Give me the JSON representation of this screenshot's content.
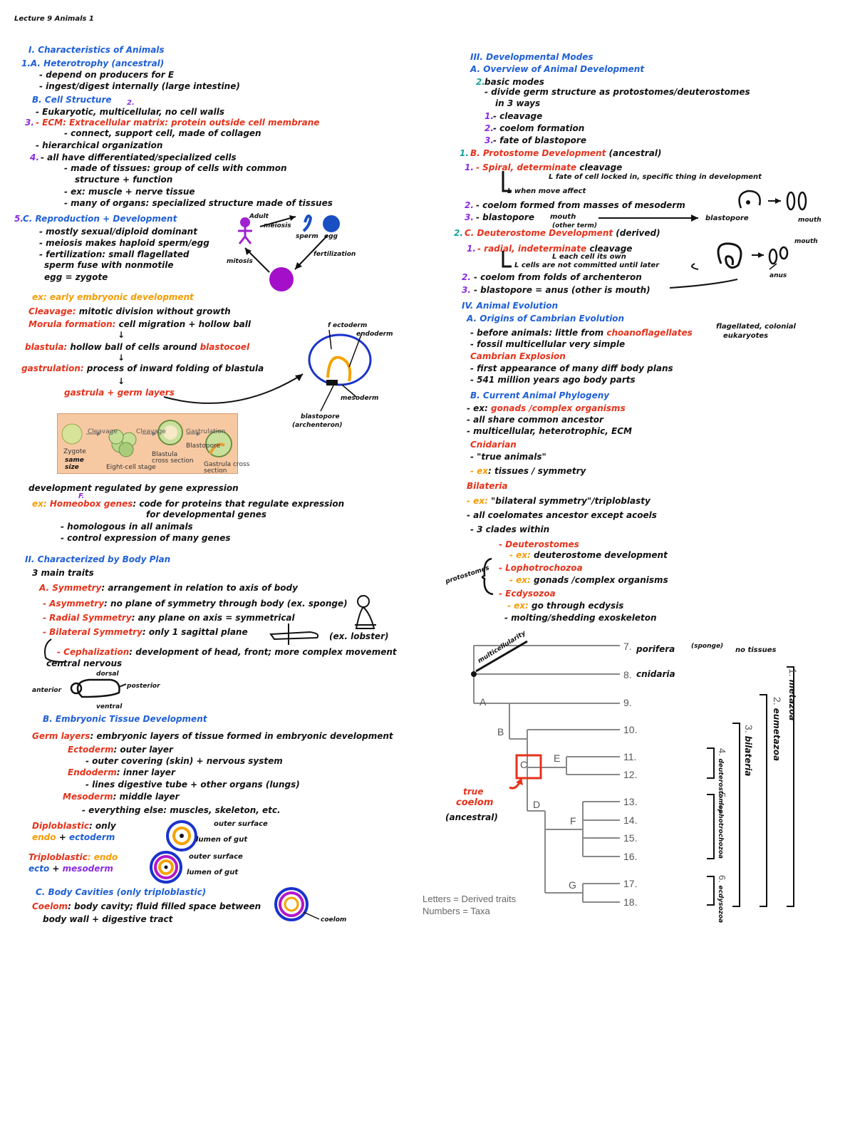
{
  "header": {
    "title": "Lecture 9 Animals 1"
  },
  "left": {
    "s1_title": "I. Characteristics of Animals",
    "s1A": "1.A. Heterotrophy (ancestral)",
    "s1A_l1": "- depend on producers for E",
    "s1A_l2": "- ingest/digest internally (large intestine)",
    "s1B": "B. Cell Structure",
    "s1B_num": "2.",
    "s1B_l1": "- Eukaryotic, multicellular, no cell walls",
    "s1B_l2num": "3.",
    "s1B_l2": "- ECM: Extracellular matrix: protein outside cell membrane",
    "s1B_l3": "- connect, support cell, made of collagen",
    "s1B_l4": "- hierarchical organization",
    "s1B_l5num": "4.",
    "s1B_l5": "- all have differentiated/specialized cells",
    "s1B_l6": "- made of tissues: group of cells with common",
    "s1B_l7": "structure + function",
    "s1B_l8": "- ex: muscle + nerve tissue",
    "s1B_l9": "- many of organs: specialized structure made of tissues",
    "s1C_num": "5.",
    "s1C": "C. Reproduction + Development",
    "s1C_l1": "- mostly sexual/diploid dominant",
    "s1C_l2": "- meiosis makes haploid sperm/egg",
    "s1C_l3": "- fertilization: small flagellated",
    "s1C_l4": "sperm fuse with nonmotile",
    "s1C_l5": "egg = zygote",
    "s1C_l6": "ex: early embryonic development",
    "cycle_adult": "Adult",
    "cycle_meiosis": "meiosis",
    "cycle_sperm": "sperm",
    "cycle_egg": "egg",
    "cycle_fert": "fertilization",
    "cycle_label": "mitosis",
    "dev1_a": "Cleavage:",
    "dev1_b": " mitotic division without growth",
    "dev2_a": "Morula formation:",
    "dev2_b": " cell migration + hollow ball",
    "dev3_a": "blastula:",
    "dev3_b": " hollow ball of cells around",
    "dev3_c": " blastocoel",
    "dev4_a": "gastrulation:",
    "dev4_b": " process of inward folding of blastula",
    "dev5": "gastrula + germ layers",
    "gast_ectoderm": "f ectoderm",
    "gast_endoderm": "endoderm",
    "gast_meso": "mesoderm",
    "gast_blasto": "blastopore",
    "gast_archen": "(archenteron)",
    "fig_cleave1": "Cleavage",
    "fig_cleave2": "Cleavage",
    "fig_gastrul": "Gastrulation",
    "fig_zygote": "Zygote",
    "fig_eight": "Eight-cell stage",
    "fig_blastula": "Blastula",
    "fig_blastula2": "cross section",
    "fig_blastopore": "Blastopore",
    "fig_gastrula": "Gastrula cross",
    "fig_gastrula2": "section",
    "fig_note1": "same",
    "fig_note2": "size",
    "hox_l1": "development regulated by gene expression",
    "hox_num": "F.",
    "hox_ex": "ex:",
    "hox_l2": " Homeobox genes",
    "hox_l3": ": code for proteins that regulate expression",
    "hox_l4": "for developmental genes",
    "hox_l5": "- homologous in all animals",
    "hox_l6": "- control expression of many genes",
    "s2_title": "II. Characterized by Body Plan",
    "s2_l1": "3 main traits",
    "s2A": "A. Symmetry",
    "s2A_b": ": arrangement in relation to axis of body",
    "s2A_1a": "- Asymmetry",
    "s2A_1b": ": no plane of symmetry through body (ex. sponge)",
    "s2A_2a": "- Radial Symmetry",
    "s2A_2b": ": any          plane on axis = symmetrical",
    "s2A_3a": "- Bilateral Symmetry",
    "s2A_3b": ": only 1 sagittal plane",
    "s2A_3c": "(ex. lobster)",
    "s2A_4a": "- Cephalization",
    "s2A_4b": ": development of head, front; more complex movement",
    "s2A_5": "central nervous",
    "body_dorsal": "dorsal",
    "body_anterior": "anterior",
    "body_posterior": "posterior",
    "body_ventral": "ventral",
    "s2B": "B. Embryonic Tissue Development",
    "s2B_l1a": "Germ layers",
    "s2B_l1b": ": embryonic layers of tissue formed in embryonic development",
    "s2B_ecto_a": "Ectoderm",
    "s2B_ecto_b": ": outer layer",
    "s2B_ecto_c": "- outer covering (skin) + nervous system",
    "s2B_endo_a": "Endoderm",
    "s2B_endo_b": ": inner layer",
    "s2B_endo_c": "- lines digestive tube + other organs (lungs)",
    "s2B_meso_a": "Mesoderm",
    "s2B_meso_b": ": middle layer",
    "s2B_meso_c": "- everything else: muscles, skeleton, etc.",
    "dip_a": "Diploblastic",
    "dip_b": ": only",
    "dip_c": "endo",
    "dip_d": " + ",
    "dip_e": "ectoderm",
    "dip_r1": "outer surface",
    "dip_r2": "lumen of gut",
    "trip_a": "Triploblastic",
    "trip_b": ": endo",
    "trip_c": "ecto",
    "trip_d": " + ",
    "trip_e": "mesoderm",
    "trip_r1": "outer surface",
    "trip_r2": "lumen of gut",
    "s2C": "C. Body Cavities (only triploblastic)",
    "s2C_l1a": "Coelom",
    "s2C_l1b": ": body cavity; fluid filled space between",
    "s2C_l2": "body wall + digestive tract",
    "coelom_label": "coelom"
  },
  "right": {
    "s3_title": "III. Developmental Modes",
    "s3A": "A. Overview of Animal Development",
    "s3A_num": "2.",
    "s3A_l1": "basic modes",
    "s3A_l2": "- divide germ structure as protostomes/deuterostomes",
    "s3A_l3": "in 3 ways",
    "s3A_i1n": "1.",
    "s3A_i1": "- cleavage",
    "s3A_i2n": "2.",
    "s3A_i2": "- coelom formation",
    "s3A_i3n": "3.",
    "s3A_i3": "- fate of blastopore",
    "s3B_num": "1.",
    "s3B": "B. Protostome Development",
    "s3B_tag": "(ancestral)",
    "s3B_1n": "1.",
    "s3B_1a": "- Spiral, determinate",
    "s3B_1b": " cleavage",
    "s3B_1c": "L fate of cell locked in, specific thing in development",
    "s3B_1d": "L when move affect",
    "s3B_2n": "2.",
    "s3B_2": "- coelom formed from masses of mesoderm",
    "s3B_3n": "3.",
    "s3B_3": "- blastopore",
    "s3B_3b": "mouth",
    "s3B_3c": "(other term)",
    "s3B_3d": "blastopore",
    "s3B_3e": "mouth",
    "s3C_num": "2.",
    "s3C": "C. Deuterostome Development",
    "s3C_tag": "(derived)",
    "s3C_1n": "1.",
    "s3C_1a": "- radial, indeterminate",
    "s3C_1b": " cleavage",
    "s3C_1c": "L each cell its own",
    "s3C_1d": "L cells are not committed until later",
    "s3C_2n": "2.",
    "s3C_2": "- coelom from folds of archenteron",
    "s3C_3n": "3.",
    "s3C_3": "- blastopore = anus (other is mouth)",
    "s3C_anus": "anus",
    "s3C_mouth": "mouth",
    "s4_title": "IV. Animal Evolution",
    "s4A": "A. Origins of Cambrian Evolution",
    "s4A_l1a": "- before animals: little from",
    "s4A_l1b": " choanoflagellates",
    "s4A_l1c": "flagellated, colonial",
    "s4A_l1d": "eukaryotes",
    "s4A_l2": "- fossil multicellular very simple",
    "s4A_sub": "Cambrian Explosion",
    "s4A_l3": "- first appearance of many diff body plans",
    "s4A_l4": "- 541 million years ago body parts",
    "s4B": "B. Current Animal Phylogeny",
    "s4B_l1a": "- ex:",
    "s4B_l1b": " gonads /complex organisms",
    "s4B_l2": "- all share common ancestor",
    "s4B_l3": "- multicellular, heterotrophic, ECM",
    "s4B_cn": "Cnidarian",
    "s4B_cn1": "- \"true animals\"",
    "s4B_cn2a": "- ex",
    "s4B_cn2b": ": tissues / symmetry",
    "s4B_bi": "Bilateria",
    "s4B_bi1a": "- ex:",
    "s4B_bi1b": " \"bilateral symmetry\"/triploblasty",
    "s4B_bi2": "- all coelomates ancestor except acoels",
    "s4B_bi3": "- 3 clades within",
    "s4B_d": "- Deuterostomes",
    "s4B_d1a": "- ex:",
    "s4B_d1b": " deuterostome development",
    "s4B_l": "- Lophotrochozoa",
    "s4B_e": "- Ecdysozoa",
    "s4B_e1a": "- ex:",
    "s4B_e1b": " go through ecdysis",
    "s4B_e2": "- molting/shedding exoskeleton",
    "protostomes": "protostomes"
  },
  "tree": {
    "taxa": [
      "7.",
      "8.",
      "9.",
      "10.",
      "11.",
      "12.",
      "13.",
      "14.",
      "15.",
      "16.",
      "17.",
      "18."
    ],
    "taxa_notes": {
      "t7": "porifera",
      "t7b": "(sponge)",
      "t7c": "no tissues",
      "t8": "cnidaria"
    },
    "traits": [
      "A",
      "B",
      "C",
      "D",
      "E",
      "F",
      "G"
    ],
    "branch_note": "multicellularity",
    "true_coelom_a": "true",
    "true_coelom_b": "coelom",
    "true_coelom_c": "(ancestral)",
    "clades": [
      "1.",
      "2.",
      "3.",
      "4.",
      "5.",
      "6."
    ],
    "clade_names": [
      "metazoa",
      "eumetazoa",
      "bilateria",
      "deuterostomes",
      "lophotrochozoa",
      "ecdysozoa"
    ],
    "legend_1": "Letters = Derived traits",
    "legend_2": "Numbers = Taxa"
  }
}
